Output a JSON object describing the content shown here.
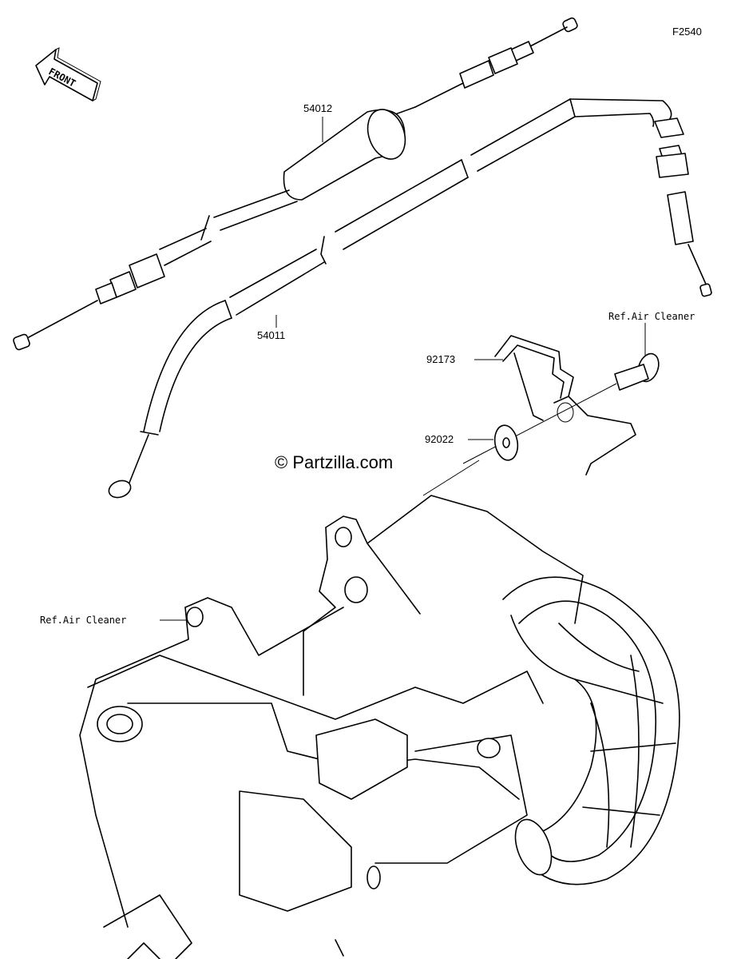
{
  "diagram": {
    "figure_id": "F2540",
    "front_label": "FRONT",
    "watermark": "© Partzilla.com",
    "callouts": {
      "part_54012": "54012",
      "part_54011": "54011",
      "part_92173": "92173",
      "part_92022": "92022",
      "ref_air_cleaner_top": "Ref.Air Cleaner",
      "ref_air_cleaner_left": "Ref.Air Cleaner"
    }
  }
}
